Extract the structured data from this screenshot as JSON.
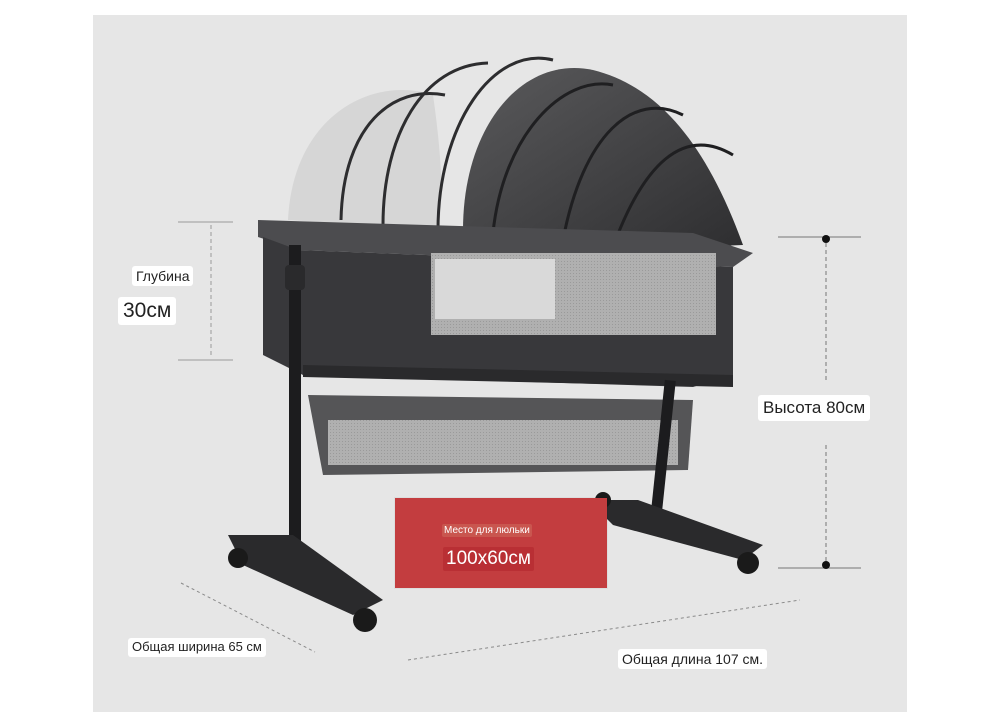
{
  "dimensions": {
    "depth_label": "Глубина",
    "depth_value": "30см",
    "height_label": "Высота 80см",
    "width_label": "Общая ширина 65 см",
    "length_label": "Общая длина 107 см."
  },
  "sleeping_area": {
    "title": "Место для люльки",
    "size": "100x60см"
  },
  "colors": {
    "background": "#e6e6e6",
    "frame": "#2c2c2e",
    "fabric": "#3a3a3d",
    "canopy": "#4a4a4c",
    "mesh": "#bfbfbf",
    "accent_box": "#c33d3f"
  }
}
